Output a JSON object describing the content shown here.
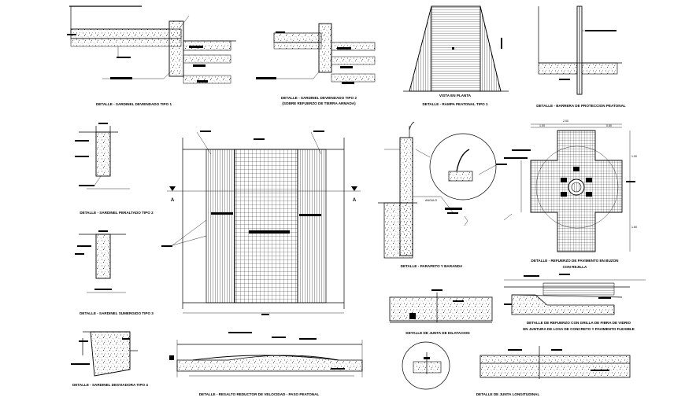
{
  "captions": {
    "sardinel_tipo1": "DETALLE - SARDINEL DEVIENDADO TIPO 1",
    "sardinel_tipo2_l1": "DETALLE - SARDINEL DEVIENDADO TIPO 2",
    "sardinel_tipo2_l2": "(SOBRE REFUERZO DE TIERRA ARMADA)",
    "vista_planta": "VISTA EN PLANTA",
    "rampa_peatonal": "DETALLE - RAMPA PEATONAL TIPO 1",
    "barrera_proteccion": "DETALLE - BARRERA DE PROTECCION PEATONAL",
    "peraltado_tipo2": "DETALLE - SARDINEL PERALTADO TIPO 2",
    "sumergido_tipo3": "DETALLE - SARDINEL SUMERGIDO TIPO 3",
    "desviadora_tipo4": "DETALLE - SARDINEL DESVIADORA TIPO 4",
    "resalto_reductor": "DETALLE - RESALTO REDUCTOR DE VELOCIDAD - PASO PEATONAL",
    "parapeto_baranda": "DETALLE - PARAPETO Y BARANDA",
    "refuerzo_buzon_l1": "DETALLE - REFUERZO DE PAVIMENTO EN BUZON",
    "refuerzo_buzon_l2": "CON REJILLA",
    "junta_dilatacion": "DETALLE DE JUNTA DE DILATACION",
    "refuerzo_rejilla_l1": "DETALLE DE REFUERZO CON GRILLA DE FIBRA DE VIDRIO",
    "refuerzo_rejilla_l2": "EN JUNTURA DE LOSA DE CONCRETO Y PAVIMENTO FLEXIBLE",
    "junta_longitudinal": "DETALLE DE JUNTA LONGITUDINAL"
  },
  "section_marks": {
    "left": "A",
    "right": "A"
  },
  "dims": {
    "cross_top_a": "2.00",
    "cross_top_b": "1.00",
    "cross_top_c": "0.80",
    "cross_side": "1.00",
    "cross_side_b": "1.60",
    "ang_label": "ANGULO"
  }
}
